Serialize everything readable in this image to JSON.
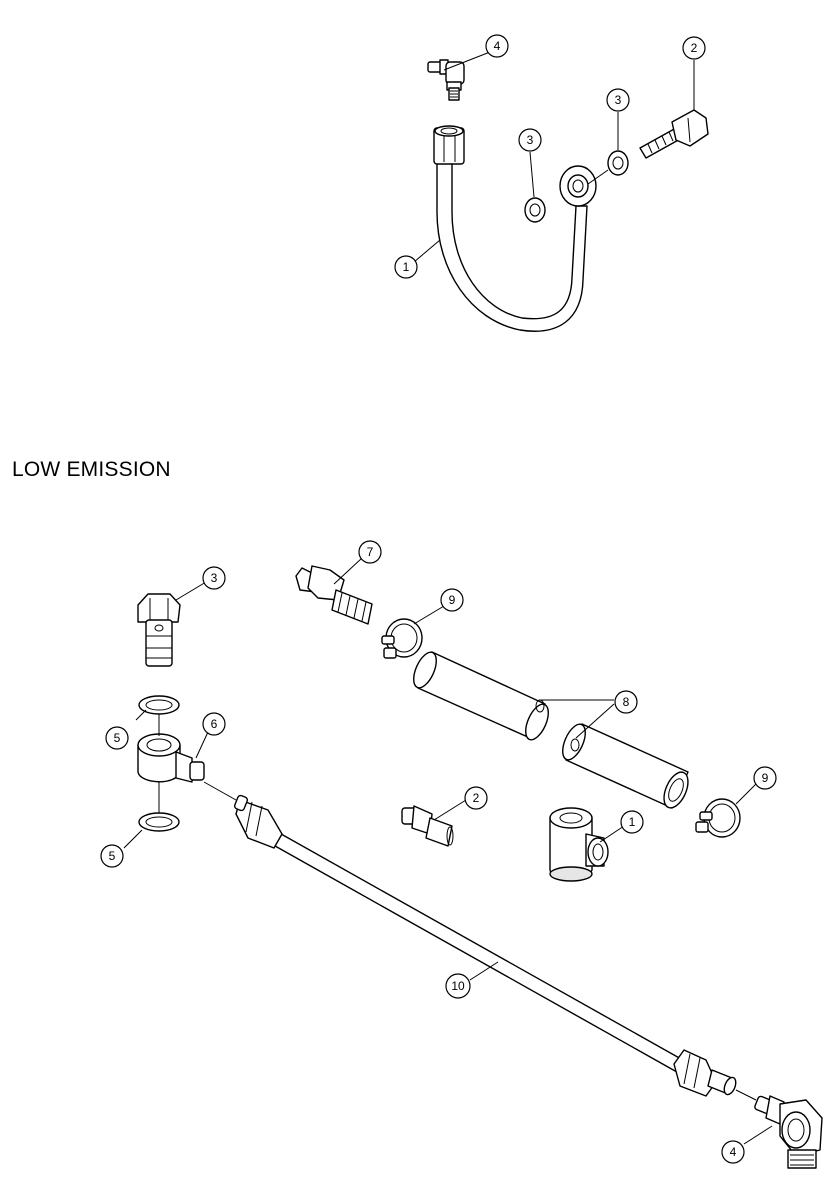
{
  "section_title": "LOW EMISSION",
  "callouts_top": [
    {
      "id": "top-1",
      "label": "1"
    },
    {
      "id": "top-2",
      "label": "2"
    },
    {
      "id": "top-3a",
      "label": "3"
    },
    {
      "id": "top-3b",
      "label": "3"
    },
    {
      "id": "top-4",
      "label": "4"
    }
  ],
  "callouts_bottom": [
    {
      "id": "bot-1",
      "label": "1"
    },
    {
      "id": "bot-2",
      "label": "2"
    },
    {
      "id": "bot-3",
      "label": "3"
    },
    {
      "id": "bot-4",
      "label": "4"
    },
    {
      "id": "bot-5a",
      "label": "5"
    },
    {
      "id": "bot-5b",
      "label": "5"
    },
    {
      "id": "bot-6",
      "label": "6"
    },
    {
      "id": "bot-7",
      "label": "7"
    },
    {
      "id": "bot-8",
      "label": "8"
    },
    {
      "id": "bot-9a",
      "label": "9"
    },
    {
      "id": "bot-9b",
      "label": "9"
    },
    {
      "id": "bot-10",
      "label": "10"
    }
  ]
}
